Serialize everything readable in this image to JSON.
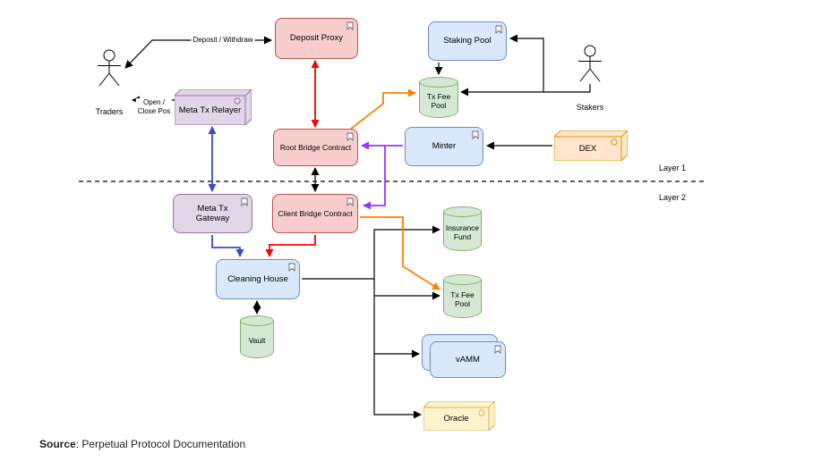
{
  "palette": {
    "pink_fill": "#f8cecc",
    "pink_stroke": "#b85450",
    "blue_fill": "#dae8fc",
    "blue_stroke": "#6c8ebf",
    "purple_fill": "#e1d5e7",
    "purple_stroke": "#9673a6",
    "green_fill": "#d5e8d4",
    "green_stroke": "#82b366",
    "tan_fill": "#ffe6cc",
    "tan_stroke": "#d79b00",
    "yellow_fill": "#fff2cc",
    "yellow_stroke": "#d6b656",
    "arrow_black": "#000000",
    "arrow_red": "#ff0000",
    "arrow_blue": "#3f48cc",
    "arrow_purple": "#9933ff",
    "arrow_orange": "#ff8000"
  },
  "layers": {
    "layer1_label": "Layer 1",
    "layer2_label": "Layer 2"
  },
  "actors": {
    "traders": "Traders",
    "stakers": "Stakers"
  },
  "edge_labels": {
    "deposit_withdraw": "Deposit / Withdraw",
    "open_close_line1": "Open /",
    "open_close_line2": "Close Pos"
  },
  "nodes": {
    "deposit_proxy": "Deposit Proxy",
    "staking_pool": "Staking Pool",
    "tx_fee_pool_l1": "Tx Fee Pool",
    "meta_tx_relayer": "Meta Tx Relayer",
    "root_bridge_contract": "Root Bridge Contract",
    "minter": "Minter",
    "dex": "DEX",
    "meta_tx_gateway": "Meta Tx Gateway",
    "client_bridge_contract": "Client Bridge Contract",
    "insurance_fund": "Insurance Fund",
    "cleaning_house": "Cleaning House",
    "vault": "Vault",
    "tx_fee_pool_l2": "Tx Fee Pool",
    "vamm": "vAMM",
    "oracle": "Oracle"
  },
  "source": {
    "label": "Source",
    "text": ": Perpetual Protocol Documentation"
  }
}
